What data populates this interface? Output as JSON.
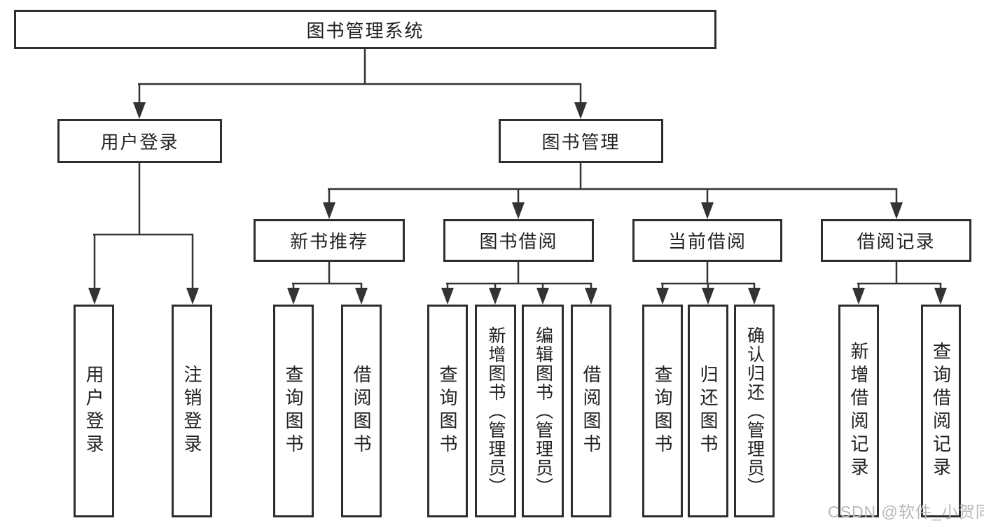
{
  "diagram": {
    "root": {
      "label": "图书管理系统"
    },
    "branches": [
      {
        "label": "用户登录",
        "children": [
          {
            "label": "用户登录"
          },
          {
            "label": "注销登录"
          }
        ]
      },
      {
        "label": "图书管理",
        "children": [
          {
            "label": "新书推荐",
            "children": [
              {
                "label": "查询图书"
              },
              {
                "label": "借阅图书"
              }
            ]
          },
          {
            "label": "图书借阅",
            "children": [
              {
                "label": "查询图书"
              },
              {
                "label": "新增图书（管理员）"
              },
              {
                "label": "编辑图书（管理员）"
              },
              {
                "label": "借阅图书"
              }
            ]
          },
          {
            "label": "当前借阅",
            "children": [
              {
                "label": "查询图书"
              },
              {
                "label": "归还图书"
              },
              {
                "label": "确认归还（管理员）"
              }
            ]
          },
          {
            "label": "借阅记录",
            "children": [
              {
                "label": "新增借阅记录"
              },
              {
                "label": "查询借阅记录"
              }
            ]
          }
        ]
      }
    ],
    "watermark": "CSDN @软件_小贺同学",
    "colors": {
      "line": "#333333",
      "border": "#2e2e2e",
      "text": "#222222",
      "watermark": "#b9b9b9"
    }
  }
}
